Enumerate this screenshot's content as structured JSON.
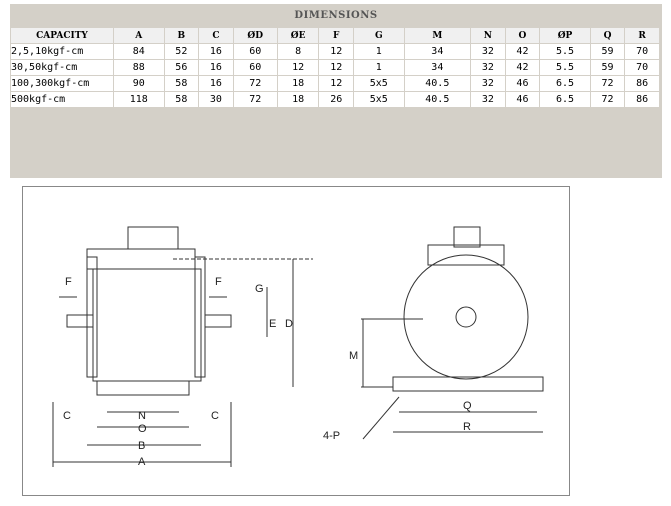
{
  "title": "DIMENSIONS",
  "headers": [
    "CAPACITY",
    "A",
    "B",
    "C",
    "ØD",
    "ØE",
    "F",
    "G",
    "M",
    "N",
    "O",
    "ØP",
    "Q",
    "R"
  ],
  "rows": [
    [
      "2,5,10kgf-cm",
      "84",
      "52",
      "16",
      "60",
      "8",
      "12",
      "1",
      "34",
      "32",
      "42",
      "5.5",
      "59",
      "70"
    ],
    [
      "30,50kgf-cm",
      "88",
      "56",
      "16",
      "60",
      "12",
      "12",
      "1",
      "34",
      "32",
      "42",
      "5.5",
      "59",
      "70"
    ],
    [
      "100,300kgf-cm",
      "90",
      "58",
      "16",
      "72",
      "18",
      "12",
      "5x5",
      "40.5",
      "32",
      "46",
      "6.5",
      "72",
      "86"
    ],
    [
      "500kgf-cm",
      "118",
      "58",
      "30",
      "72",
      "18",
      "26",
      "5x5",
      "40.5",
      "32",
      "46",
      "6.5",
      "72",
      "86"
    ]
  ],
  "drawing": {
    "F1": "F",
    "F2": "F",
    "G": "G",
    "E": "E",
    "D": "D",
    "C1": "C",
    "C2": "C",
    "N": "N",
    "O": "O",
    "B": "B",
    "A": "A",
    "M": "M",
    "P": "4-P",
    "Q": "Q",
    "R": "R"
  }
}
